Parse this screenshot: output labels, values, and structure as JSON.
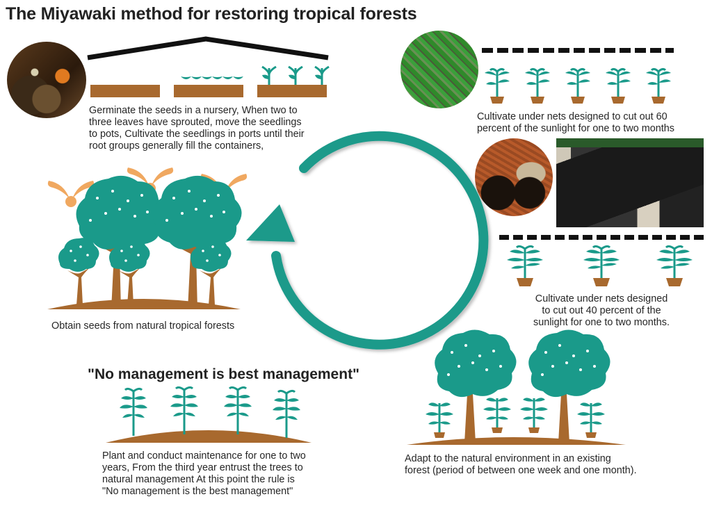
{
  "title": "The Miyawaki method for restoring tropical forests",
  "colors": {
    "teal": "#1a9a8a",
    "brown": "#a8692e",
    "seed_orange": "#f0a860",
    "net_black": "#111111",
    "text": "#262626"
  },
  "steps": [
    {
      "id": "germinate",
      "caption_lines": [
        "Germinate the seeds in a nursery, When two to",
        "three leaves have sprouted, move the seedlings",
        "to pots, Cultivate the seedlings in ports until their",
        "root groups generally fill the containers,"
      ],
      "icons": [
        "seed-sprout-photo",
        "nursery-roof-icon",
        "soil-bed-icon",
        "sprout-icon"
      ]
    },
    {
      "id": "net-60",
      "caption_lines": [
        "Cultivate under nets designed to cut out 60",
        "percent of the sunlight for one to two months"
      ],
      "icons": [
        "seedling-tray-photo",
        "shade-net-icon",
        "potted-seedling-icon"
      ]
    },
    {
      "id": "net-40",
      "caption_lines": [
        "Cultivate under nets designed",
        "to cut out 40 percent of the",
        "sunlight for one to two months."
      ],
      "icons": [
        "root-ball-photo",
        "shade-house-photo",
        "shade-net-icon",
        "potted-seedling-icon"
      ]
    },
    {
      "id": "adapt",
      "caption_lines": [
        "Adapt to the natural environment in an existing",
        "forest (period of between one week and one month)."
      ],
      "icons": [
        "tree-icon",
        "potted-seedling-icon"
      ]
    },
    {
      "id": "plant",
      "heading": "\"No management is best management\"",
      "caption_lines": [
        "Plant and conduct maintenance for one to two",
        "years, From the third year entrust the trees to",
        "natural management At this point the rule is",
        "\"No management is the best management\""
      ],
      "icons": [
        "sapling-icon",
        "mound-icon"
      ]
    },
    {
      "id": "obtain-seeds",
      "caption_lines": [
        "Obtain seeds from natural tropical forests"
      ],
      "icons": [
        "winged-seed-icon",
        "tree-icon"
      ]
    }
  ],
  "cycle": {
    "icon": "cycle-arrow-icon",
    "direction": "counterclockwise"
  }
}
